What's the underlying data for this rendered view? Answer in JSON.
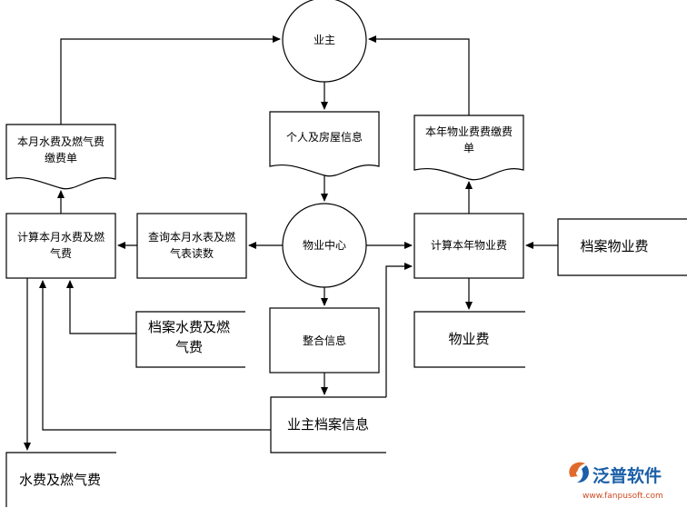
{
  "nodes": {
    "owner": "业主",
    "personal_info": "个人及房屋信息",
    "property_center": "物业中心",
    "integrate_info": "整合信息",
    "owner_archive": "业主档案信息",
    "calc_annual_fee": "计算本年物业费",
    "archive_property_fee": "档案物业费",
    "property_fee": "物业费",
    "annual_fee_bill": [
      "本年物业费费缴费",
      "单"
    ],
    "query_meter": [
      "查询本月水表及燃",
      "气表读数"
    ],
    "calc_water_gas": [
      "计算本月水费及燃",
      "气费"
    ],
    "water_gas_bill": [
      "本月水费及燃气费",
      "缴费单"
    ],
    "archive_water_gas": [
      "档案水费及燃",
      "气费"
    ],
    "water_gas_fee": "水费及燃气费"
  },
  "logo": {
    "text": "泛普软件",
    "url": "www.fanpusoft.com"
  }
}
